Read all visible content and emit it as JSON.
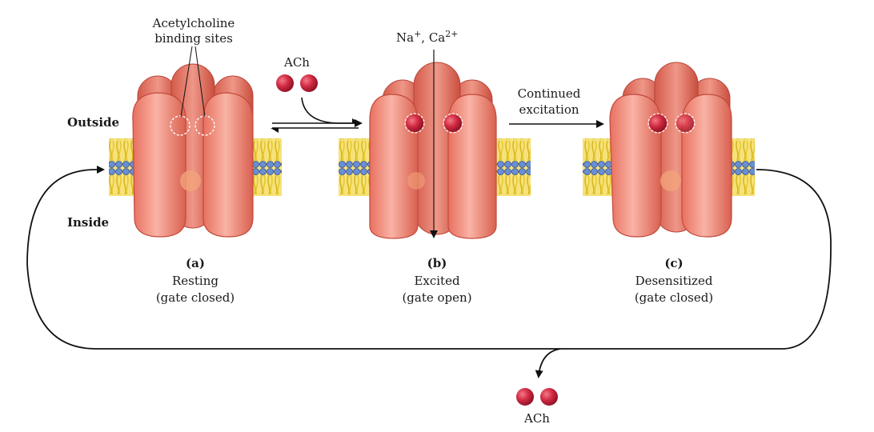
{
  "labels": {
    "binding_sites_line1": "Acetylcholine",
    "binding_sites_line2": "binding sites",
    "outside": "Outside",
    "inside": "Inside",
    "ach_top": "ACh",
    "ach_bottom": "ACh",
    "ions_na": "Na",
    "ions_na_sup": "+",
    "ions_sep": ", Ca",
    "ions_ca_sup": "2+",
    "continued_line1": "Continued",
    "continued_line2": "excitation"
  },
  "states": [
    {
      "letter": "(a)",
      "name": "Resting",
      "gate": "(gate closed)"
    },
    {
      "letter": "(b)",
      "name": "Excited",
      "gate": "(gate open)"
    },
    {
      "letter": "(c)",
      "name": "Desensitized",
      "gate": "(gate closed)"
    }
  ],
  "colors": {
    "protein": "#f08a7c",
    "protein_dark": "#c8503f",
    "protein_light": "#f9b6a8",
    "lipid_tail": "#f0d84a",
    "lipid_head": "#5a7fc8",
    "ach": "#c8283c",
    "arrow": "#111111"
  }
}
